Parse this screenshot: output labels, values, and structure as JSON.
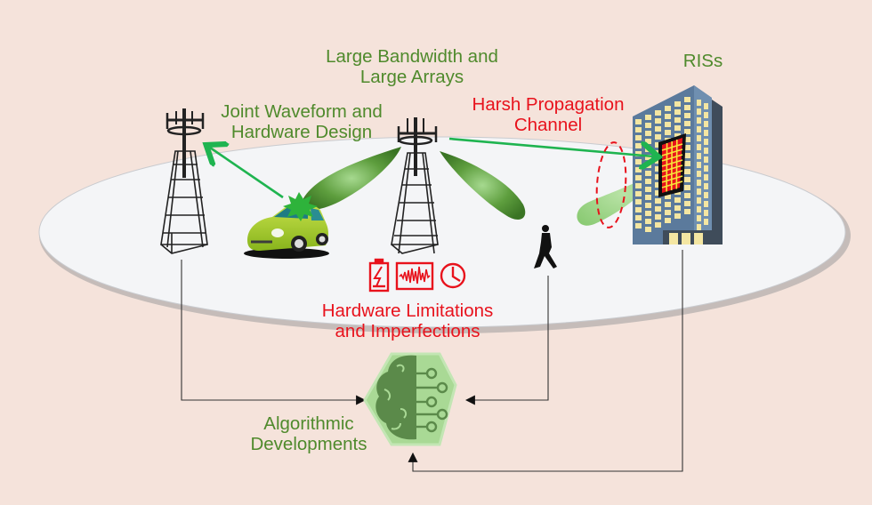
{
  "figure": {
    "colors": {
      "background": "#f5e3db",
      "ground": "#f4f5f7",
      "label_green": "#4f8a2c",
      "label_red": "#e8121c",
      "arrow_green": "#1fb450",
      "beam_dark": "#3f7f2a",
      "beam_light": "#8ccf78",
      "building_blue": "#5b7a9c",
      "window_yellow": "#f4e6a2",
      "ris_red": "#e8121c",
      "ris_grid": "#f7e53a",
      "car_green": "#a6cc2c",
      "brain_dark": "#5b8a4a",
      "brain_light": "#a9d995"
    },
    "labels": {
      "joint_waveform": [
        "Joint Waveform and",
        "Hardware Design"
      ],
      "large_bandwidth": [
        "Large Bandwidth and",
        "Large Arrays"
      ],
      "harsh_propagation": [
        "Harsh Propagation",
        "Channel"
      ],
      "riss": "RISs",
      "hardware_limitations": [
        "Hardware Limitations",
        "and Imperfections"
      ],
      "algorithmic": [
        "Algorithmic",
        "Developments"
      ]
    },
    "elements": {
      "towers": [
        "base-station-tower-left",
        "base-station-tower-center"
      ],
      "users": [
        "car",
        "pedestrian"
      ],
      "surfaces": [
        "ris-panel-on-building"
      ],
      "impairment_icons": [
        "battery-icon",
        "noise-signal-icon",
        "clock-icon"
      ],
      "processing": "ai-brain-icon"
    }
  }
}
